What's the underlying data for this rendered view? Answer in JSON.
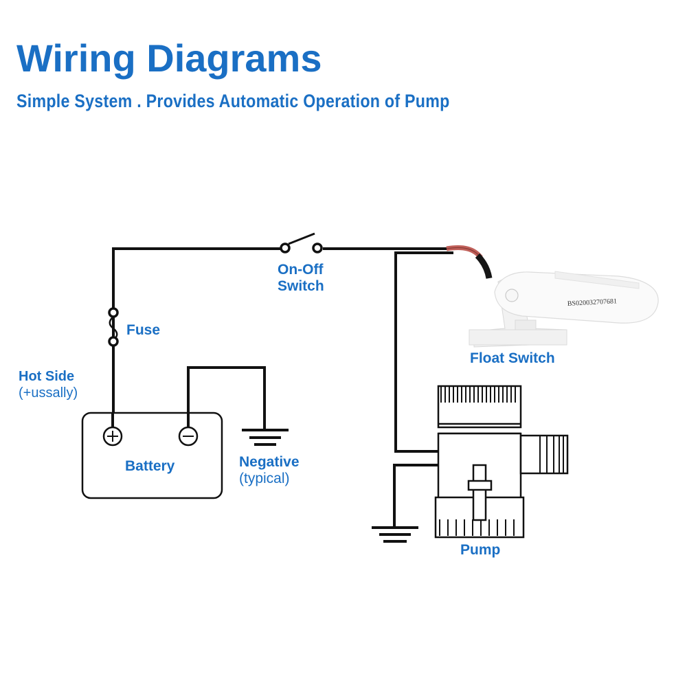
{
  "header": {
    "title": "Wiring Diagrams",
    "subtitle": "Simple System . Provides Automatic Operation of Pump"
  },
  "labels": {
    "switch_line1": "On-Off",
    "switch_line2": "Switch",
    "fuse": "Fuse",
    "hot_side_line1": "Hot Side",
    "hot_side_line2": "(+ussally)",
    "battery": "Battery",
    "battery_positive": "+",
    "battery_negative": "−",
    "negative_line1": "Negative",
    "negative_line2": "(typical)",
    "float_switch": "Float Switch",
    "float_switch_serial": "BS020032707681",
    "pump": "Pump"
  },
  "colors": {
    "accent": "#1a6fc4",
    "wire": "#111111",
    "red_wire": "#c0605a"
  }
}
